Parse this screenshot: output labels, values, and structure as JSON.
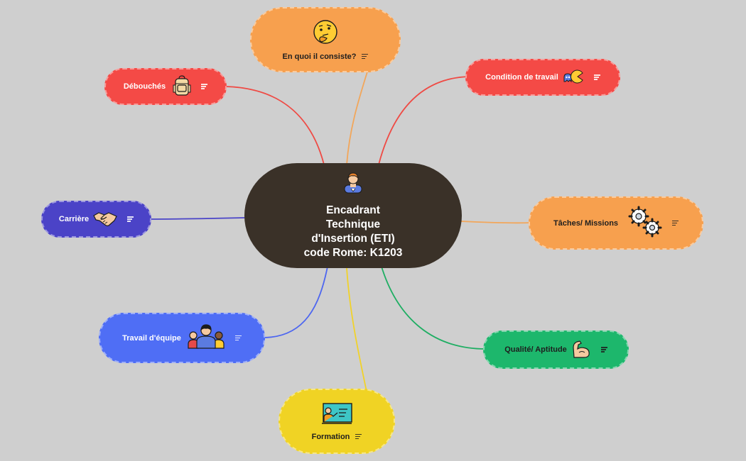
{
  "central": {
    "title": "Encadrant\nTechnique\nd'Insertion (ETI)\ncode Rome: K1203",
    "icon": "worker-avatar-icon"
  },
  "topics": [
    {
      "id": "en-quoi",
      "label": "En quoi il consiste?",
      "color": "#f7a04e",
      "line_color": "#f2a65a",
      "icon": "thinking-face-icon"
    },
    {
      "id": "condition",
      "label": "Condition de travail",
      "color": "#f44a46",
      "line_color": "#ef4a44",
      "icon": "pacman-icon"
    },
    {
      "id": "taches",
      "label": "Tâches/ Missions",
      "color": "#f7a04e",
      "line_color": "#f2a65a",
      "icon": "gears-icon"
    },
    {
      "id": "qualite",
      "label": "Qualité/ Aptitude",
      "color": "#1db76c",
      "line_color": "#1fae63",
      "icon": "flexed-arm-icon"
    },
    {
      "id": "formation",
      "label": "Formation",
      "color": "#f0d324",
      "line_color": "#f1d22a",
      "icon": "teacher-board-icon"
    },
    {
      "id": "travail",
      "label": "Travail d'équipe",
      "color": "#4f6ef5",
      "line_color": "#4d66f0",
      "icon": "team-icon"
    },
    {
      "id": "carriere",
      "label": "Carrière",
      "color": "#4b43c7",
      "line_color": "#4a44c8",
      "icon": "handshake-icon"
    },
    {
      "id": "debouches",
      "label": "Débouchés",
      "color": "#f44a46",
      "line_color": "#ef4a44",
      "icon": "backpack-icon"
    }
  ]
}
